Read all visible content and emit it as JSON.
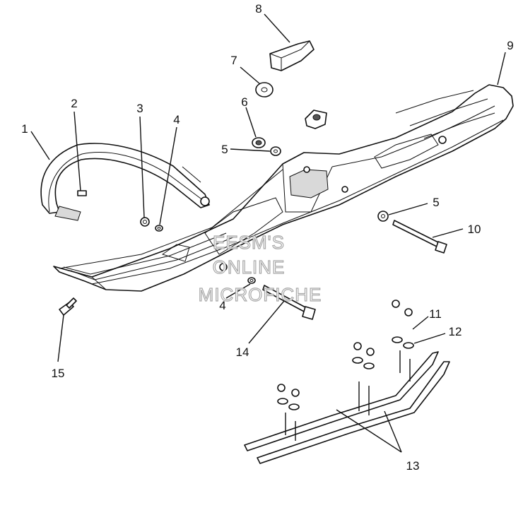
{
  "callouts": {
    "c1": "1",
    "c2": "2",
    "c3": "3",
    "c4a": "4",
    "c5a": "5",
    "c6": "6",
    "c7": "7",
    "c8": "8",
    "c9": "9",
    "c5b": "5",
    "c10": "10",
    "c4b": "4",
    "c14": "14",
    "c15": "15",
    "c11": "11",
    "c12": "12",
    "c13": "13"
  },
  "watermark": {
    "line1": "EESM'S",
    "line2": "ONLINE",
    "line3": "MICROFICHE"
  }
}
